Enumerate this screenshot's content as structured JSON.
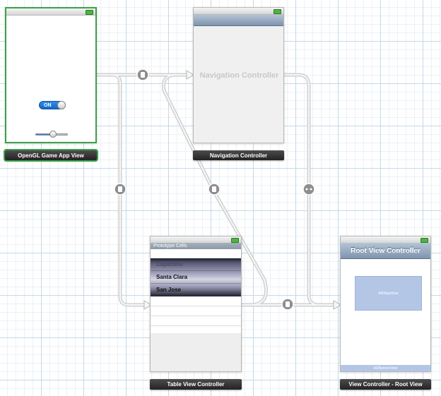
{
  "scenes": {
    "opengl": {
      "label": "OpenGL Game App View",
      "toggle_text": "ON",
      "slider_value": 0.55
    },
    "navigation": {
      "placeholder": "Navigation Controller",
      "label": "Navigation Controller"
    },
    "table": {
      "section_header": "Prototype Cells",
      "cells": [
        "Cupertino",
        "Santa Clara",
        "San Jose"
      ],
      "label": "Table View Controller"
    },
    "root_view": {
      "nav_title": "Root View Controller",
      "mapview_text": "MKMapView",
      "adbanner_text": "ADBannerView",
      "label": "View Controller - Root View"
    }
  },
  "colors": {
    "selection": "#3aa14a",
    "segue_line": "#c8c8c8",
    "navbar": "#8ea2b9",
    "map": "#b3c6e6"
  }
}
